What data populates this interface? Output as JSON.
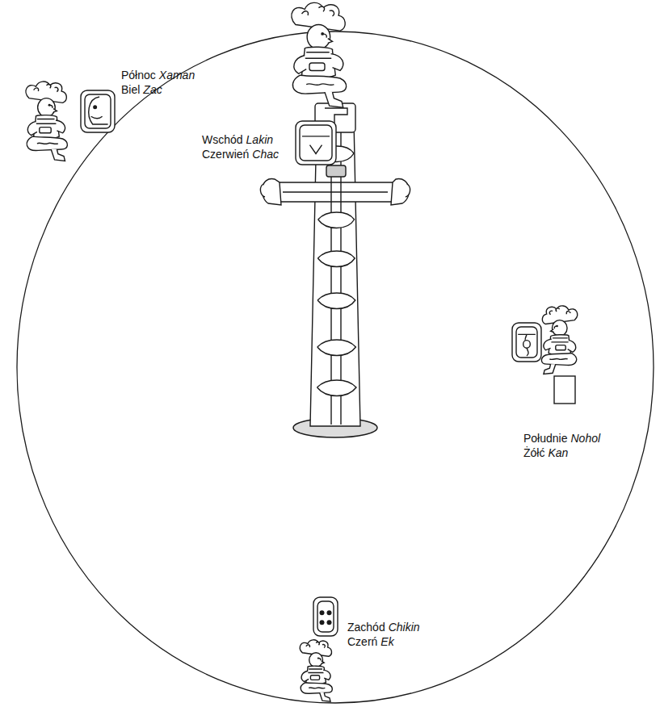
{
  "diagram": {
    "labels": [
      "Wschód",
      "Lakin",
      "Czerwień",
      "Chac",
      "Północ",
      "Xaman",
      "Biel",
      "Zac",
      "Południe",
      "Nohol",
      "Żółć",
      "Kan",
      "Zachód",
      "Chikin",
      "Czerń",
      "Ek"
    ]
  }
}
